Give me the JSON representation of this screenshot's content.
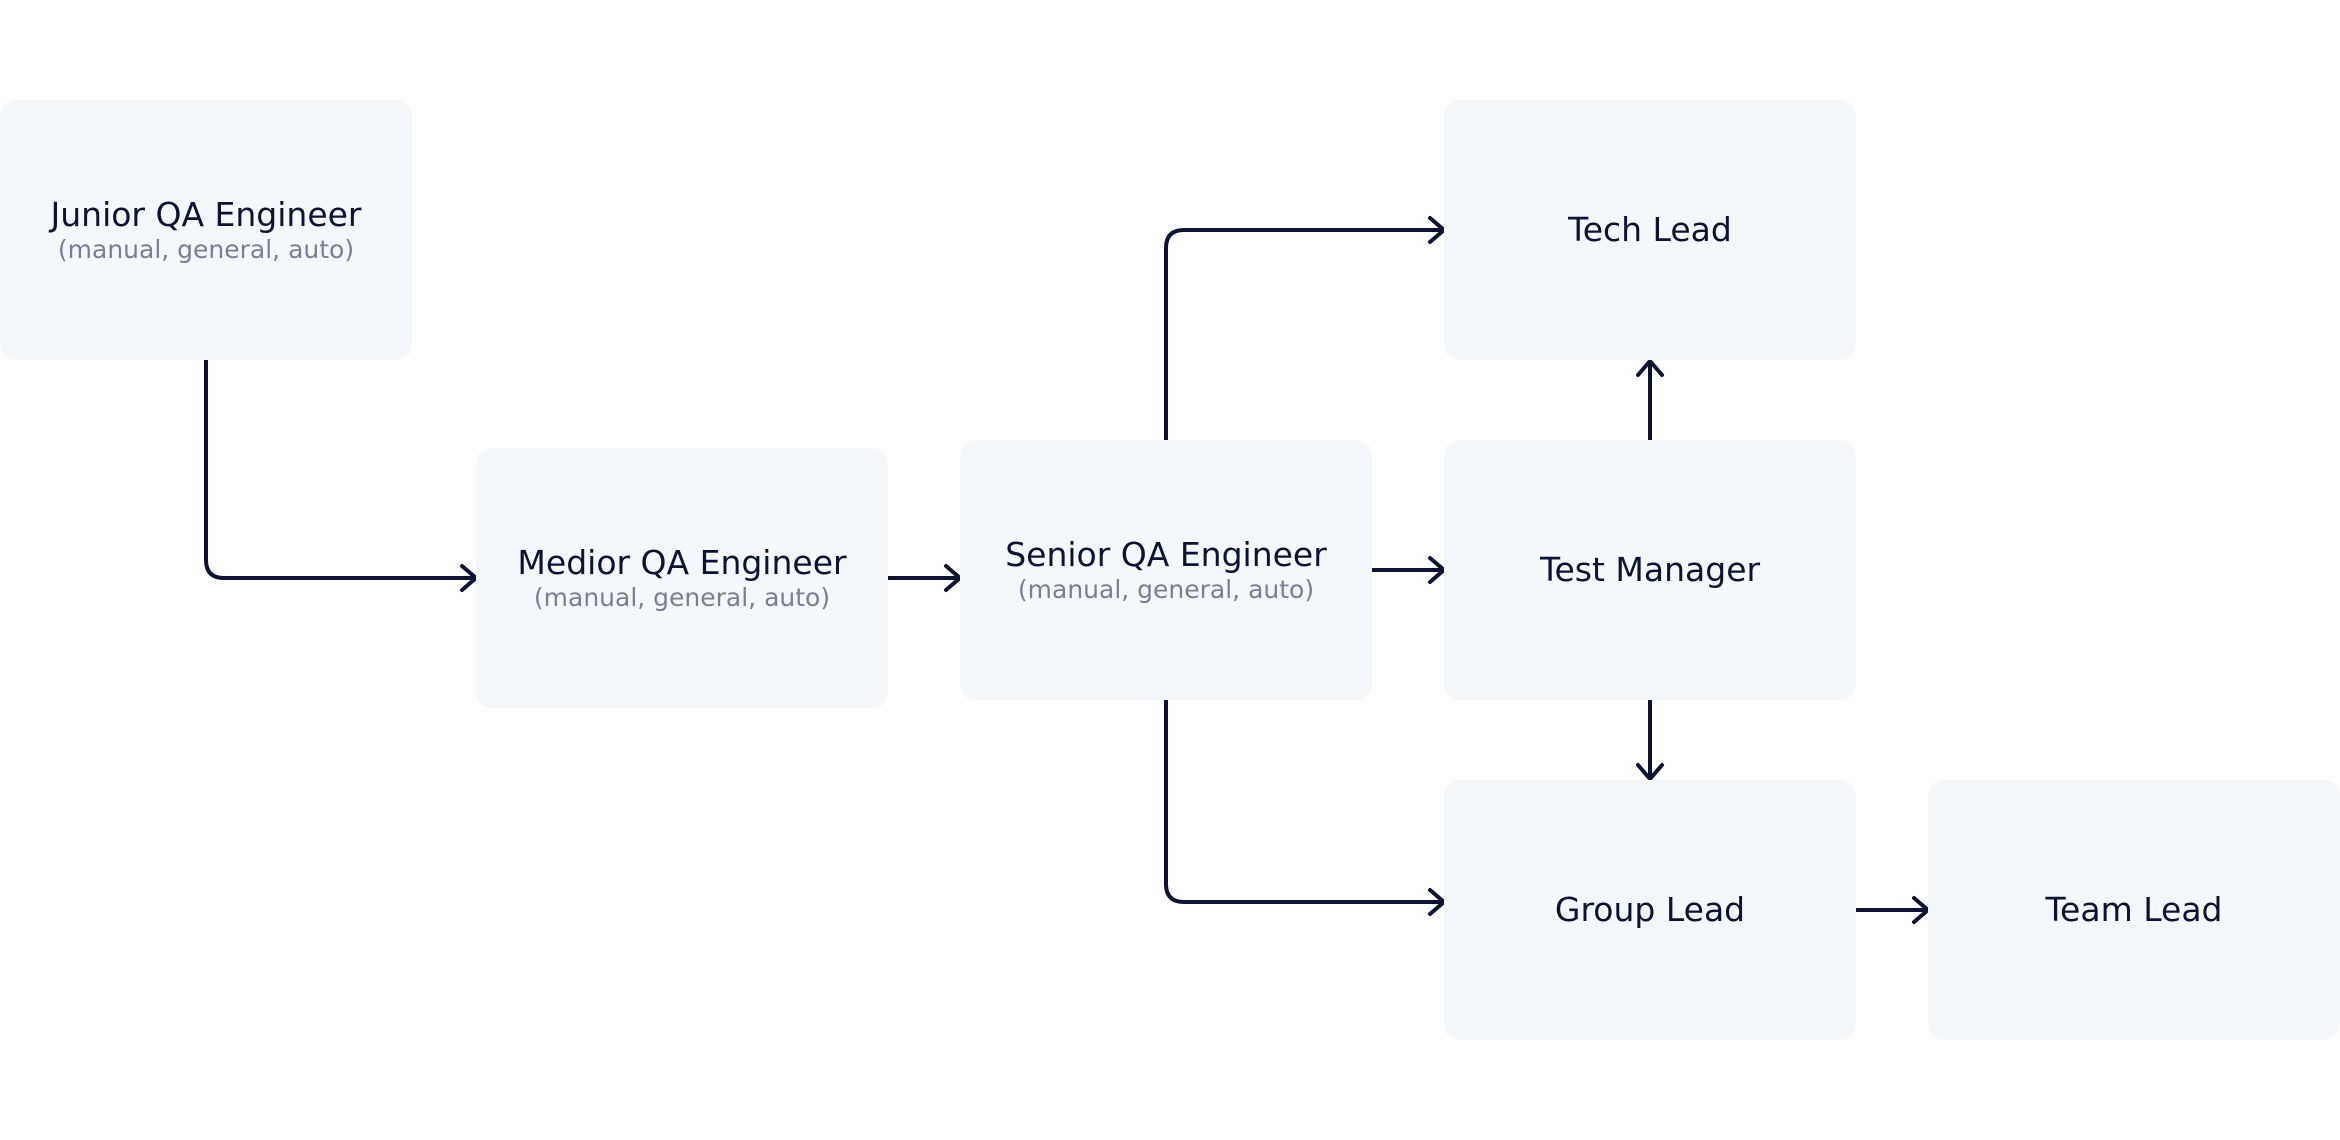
{
  "nodes": {
    "junior": {
      "title": "Junior QA Engineer",
      "subtitle": "(manual, general, auto)"
    },
    "medior": {
      "title": "Medior QA Engineer",
      "subtitle": "(manual, general, auto)"
    },
    "senior": {
      "title": "Senior QA Engineer",
      "subtitle": "(manual, general, auto)"
    },
    "tech_lead": {
      "title": "Tech Lead",
      "subtitle": ""
    },
    "test_manager": {
      "title": "Test Manager",
      "subtitle": ""
    },
    "group_lead": {
      "title": "Group Lead",
      "subtitle": ""
    },
    "team_lead": {
      "title": "Team Lead",
      "subtitle": ""
    }
  },
  "edges": [
    {
      "from": "junior",
      "to": "medior"
    },
    {
      "from": "medior",
      "to": "senior"
    },
    {
      "from": "senior",
      "to": "tech_lead"
    },
    {
      "from": "senior",
      "to": "test_manager"
    },
    {
      "from": "senior",
      "to": "group_lead"
    },
    {
      "from": "test_manager",
      "to": "tech_lead"
    },
    {
      "from": "test_manager",
      "to": "group_lead"
    },
    {
      "from": "group_lead",
      "to": "team_lead"
    }
  ],
  "colors": {
    "node_background": "#f5f8fb",
    "title_text": "#0e1233",
    "subtitle_text": "#7a7f92",
    "connector": "#0e1233"
  }
}
